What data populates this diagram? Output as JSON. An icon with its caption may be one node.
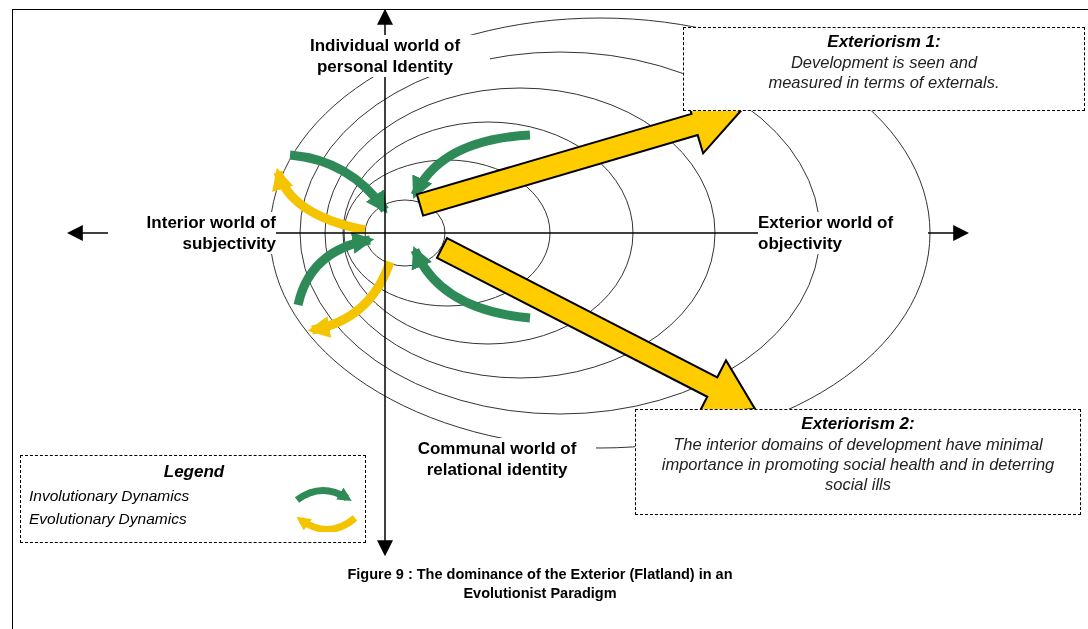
{
  "diagram": {
    "caption": "Figure 9 : The dominance of the Exterior (Flatland) in an Evolutionist Paradigm",
    "nodes": [
      {
        "text": [
          "Exteriorism 1:",
          "Development is seen and measured in terms of externals."
        ]
      },
      {
        "text": [
          "Exteriorism 2:",
          "The interior domains of development have minimal importance in promoting social health and in deterring social ills"
        ]
      }
    ],
    "edges": [
      {
        "from": null,
        "to": 0,
        "arrow": "to",
        "style": "thick",
        "color": "#ffcc00"
      },
      {
        "from": null,
        "to": 1,
        "arrow": "to",
        "style": "thick",
        "color": "#ffcc00"
      }
    ],
    "labels": [
      "Individual world of personal Identity",
      "Interior world of subjectivity",
      "Exterior world of objectivity",
      "Communal world of relational identity",
      "Legend"
    ],
    "legend": [
      {
        "text": "Involutionary Dynamics"
      },
      {
        "text": "Evolutionary Dynamics"
      }
    ]
  }
}
